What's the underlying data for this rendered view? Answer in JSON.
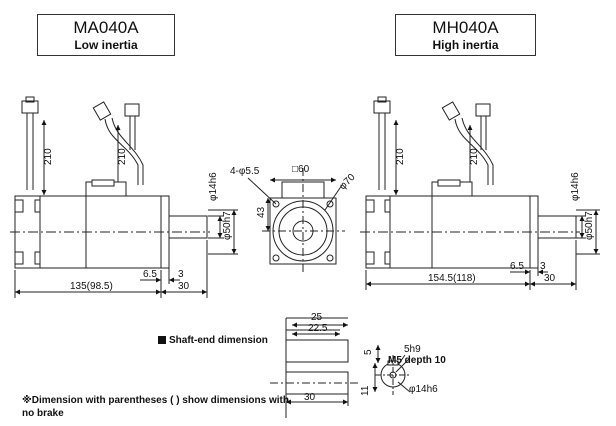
{
  "models": [
    {
      "code": "MA040A",
      "inertia": "Low inertia"
    },
    {
      "code": "MH040A",
      "inertia": "High inertia"
    }
  ],
  "left_view": {
    "cable_length": "210",
    "cable_length_2": "210",
    "shaft_dia": "φ14h6",
    "flange_dia": "φ50h7",
    "dim_65": "6.5",
    "dim_3": "3",
    "body_length": "135(98.5)",
    "shaft_length": "30"
  },
  "front_view": {
    "holes": "4-φ5.5",
    "square": "□60",
    "height_43": "43",
    "pcd": "φ70"
  },
  "right_view": {
    "cable_length": "210",
    "cable_length_2": "210",
    "shaft_dia": "φ14h6",
    "flange_dia": "φ50h7",
    "dim_65": "6.5",
    "dim_3": "3",
    "body_length": "154.5(118)",
    "shaft_length": "30"
  },
  "shaft_end": {
    "title": "Shaft-end dimension",
    "dim_25": "25",
    "dim_225": "22.5",
    "dim_30": "30",
    "dim_5": "5",
    "key": "5h9",
    "thread": "M5 depth 10",
    "dim_11": "11",
    "shaft_dia": "φ14h6"
  },
  "note": "※Dimension with parentheses ( ) show dimensions with no brake"
}
